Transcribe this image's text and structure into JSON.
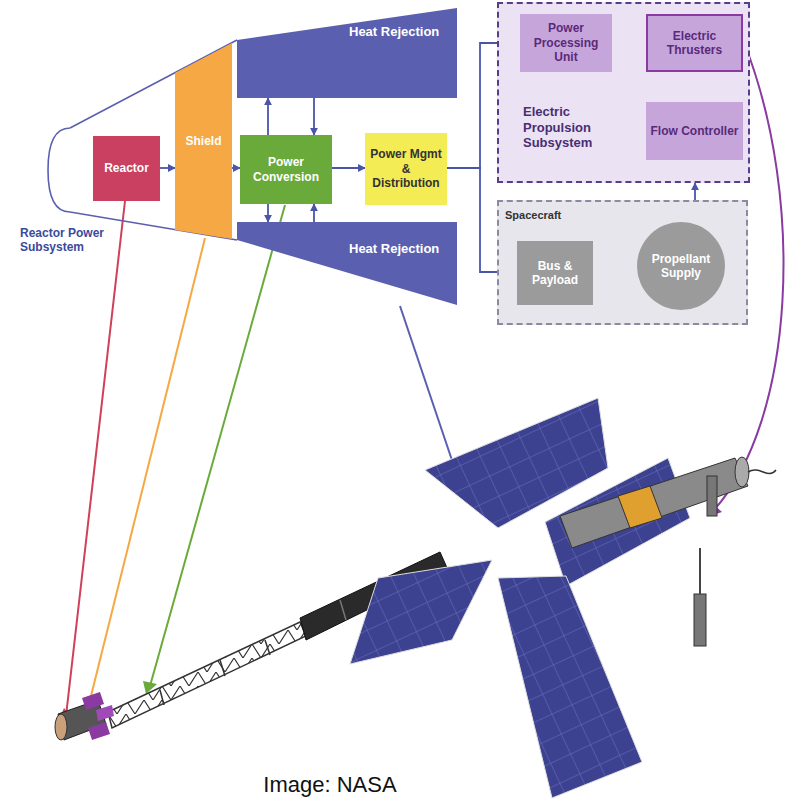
{
  "diagram": {
    "caption": "Image: NASA",
    "nodes": [
      {
        "text": [
          "Reactor Power Subsystem"
        ]
      },
      {
        "text": [
          "Reactor"
        ],
        "in": 0
      },
      {
        "text": [
          "Shield"
        ],
        "in": 0
      },
      {
        "text": [
          "Power Conversion"
        ],
        "in": 0
      },
      {
        "text": [
          "Heat Rejection"
        ]
      },
      {
        "text": [
          "Heat Rejection"
        ]
      },
      {
        "text": [
          "Power Mgmt & Distribution"
        ]
      },
      {
        "text": [
          "Electric Propulsion Subsystem"
        ]
      },
      {
        "text": [
          "Power Processing Unit"
        ],
        "in": 7
      },
      {
        "text": [
          "Electric Thrusters"
        ],
        "in": 7
      },
      {
        "text": [
          "Flow Controller"
        ],
        "in": 7
      },
      {
        "text": [
          "Spacecraft"
        ]
      },
      {
        "text": [
          "Bus & Payload"
        ],
        "in": 11
      },
      {
        "text": [
          "Propellant Supply"
        ],
        "in": 11
      }
    ],
    "edges": [
      {
        "from": 1,
        "to": 2,
        "arrow": "to"
      },
      {
        "from": 2,
        "to": 3,
        "arrow": "to"
      },
      {
        "from": 3,
        "to": 4,
        "arrow": "to"
      },
      {
        "from": 4,
        "to": 3,
        "arrow": "to"
      },
      {
        "from": 3,
        "to": 5,
        "arrow": "to"
      },
      {
        "from": 5,
        "to": 3,
        "arrow": "to"
      },
      {
        "from": 3,
        "to": 6,
        "arrow": "to"
      },
      {
        "from": 6,
        "to": 8,
        "arrow": "to"
      },
      {
        "from": 6,
        "to": 12,
        "arrow": "to"
      },
      {
        "from": 8,
        "to": 9,
        "arrow": "to"
      },
      {
        "from": 10,
        "to": 9,
        "arrow": "to"
      },
      {
        "from": 11,
        "to": 7,
        "arrow": "to"
      }
    ]
  }
}
